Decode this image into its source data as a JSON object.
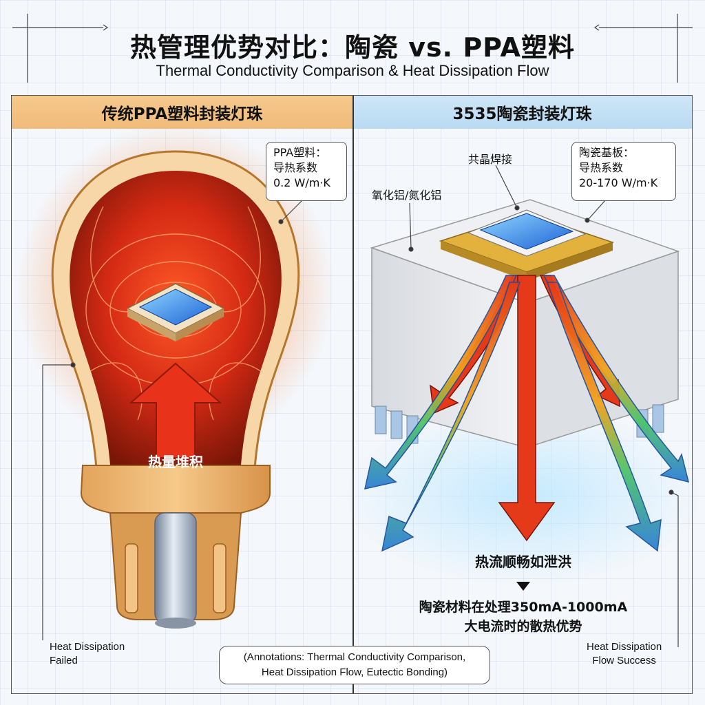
{
  "title": {
    "zh": "热管理优势对比：陶瓷 vs. PPA塑料",
    "en": "Thermal Conductivity Comparison & Heat Dissipation Flow"
  },
  "left_panel": {
    "header": "传统PPA塑料封装灯珠",
    "callout": [
      "PPA塑料：",
      "导热系数",
      "0.2 W/m·K"
    ],
    "heat_label": "热量堆积",
    "status": [
      "Heat Dissipation",
      "Failed"
    ]
  },
  "right_panel": {
    "header": "3535陶瓷封装灯珠",
    "eutectic_label": "共晶焊接",
    "material_label": "氧化铝/氮化铝",
    "callout": [
      "陶瓷基板：",
      "导热系数",
      "20-170 W/m·K"
    ],
    "flow_label": "热流顺畅如泄洪",
    "advantage": [
      "陶瓷材料在处理350mA-1000mA",
      "大电流时的散热优势"
    ],
    "status": [
      "Heat Dissipation",
      "Flow Success"
    ]
  },
  "annotations": [
    "(Annotations: Thermal Conductivity Comparison,",
    "Heat Dissipation Flow, Eutectic Bonding)"
  ],
  "colors": {
    "ppa_header": "#f0bb7a",
    "ceramic_header": "#b9daf2",
    "heat_red": "#e53a1a",
    "cool_blue": "#2f7fd6"
  }
}
